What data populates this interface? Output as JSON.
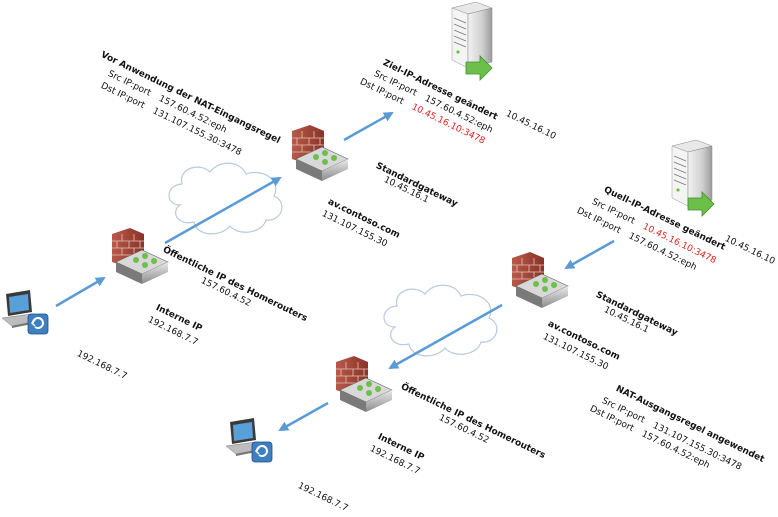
{
  "colors": {
    "arrow": "#5b9bd5",
    "highlight": "#e02020",
    "firewall_brick": "#9b3a2e",
    "router_green": "#6cc04a"
  },
  "icons": [
    "laptop-icon",
    "router-firewall-icon",
    "server-icon",
    "cloud-icon",
    "arrow-icon"
  ],
  "top": {
    "rule_title": "Vor Anwendung der NAT-Eingangsregel",
    "rule_src_label": "Src IP:port",
    "rule_src_value": "157.60.4.52:eph",
    "rule_dst_label": "Dst IP:port",
    "rule_dst_value": "131.107.155.30:3478",
    "target_title": "Ziel-IP-Adresse geändert",
    "target_src_label": "Src IP:port",
    "target_src_value": "157.60.4.52:eph",
    "target_dst_label": "Dst IP:port",
    "target_dst_value": "10.45.16.10:3478",
    "server_ip": "10.45.16.10",
    "gateway_title": "Standardgateway",
    "gateway_ip": "10.45.16.1",
    "edge_name": "av.contoso.com",
    "edge_ip": "131.107.155.30",
    "public_title": "Öffentliche IP des Homerouters",
    "public_ip": "157.60.4.52",
    "internal_title": "Interne IP",
    "internal_ip": "192.168.7.7",
    "client_ip": "192.168.7.7"
  },
  "bottom": {
    "source_title": "Quell-IP-Adresse geändert",
    "source_src_label": "Src IP:port",
    "source_src_value": "10.45.16.10:3478",
    "source_dst_label": "Dst IP:port",
    "source_dst_value": "157.60.4.52:eph",
    "server_ip": "10.45.16.10",
    "gateway_title": "Standardgateway",
    "gateway_ip": "10.45.16.1",
    "edge_name": "av.contoso.com",
    "edge_ip": "131.107.155.30",
    "rule_title": "NAT-Ausgangsregel angewendet",
    "rule_src_label": "Src IP:port",
    "rule_src_value": "131.107.155.30:3478",
    "rule_dst_label": "Dst IP:port",
    "rule_dst_value": "157.60.4.52:eph",
    "public_title": "Öffentliche IP des Homerouters",
    "public_ip": "157.60.4.52",
    "internal_title": "Interne IP",
    "internal_ip": "192.168.7.7",
    "client_ip": "192.168.7.7"
  }
}
